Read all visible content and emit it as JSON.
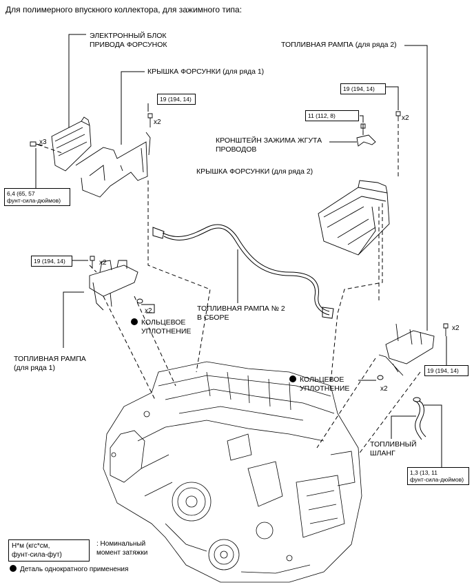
{
  "title": "Для полимерного впускного коллектора, для зажимного типа:",
  "labels": {
    "ecu": [
      "ЭЛЕКТРОННЫЙ БЛОК",
      "ПРИВОДА ФОРСУНОК"
    ],
    "cover1": "КРЫШКА ФОРСУНКИ (для ряда 1)",
    "rail2": "ТОПЛИВНАЯ РАМПА (для ряда 2)",
    "bracket": [
      "КРОНШТЕЙН ЗАЖИМА ЖГУТА",
      "ПРОВОДОВ"
    ],
    "cover2": "КРЫШКА ФОРСУНКИ (для ряда 2)",
    "rail_no2": [
      "ТОПЛИВНАЯ РАМПА № 2",
      "В СБОРЕ"
    ],
    "oring_left": [
      "КОЛЬЦЕВОЕ",
      "УПЛОТНЕНИЕ"
    ],
    "oring_right": [
      "КОЛЬЦЕВОЕ",
      "УПЛОТНЕНИЕ"
    ],
    "rail1": [
      "ТОПЛИВНАЯ РАМПА",
      "(для ряда 1)"
    ],
    "hose": [
      "ТОПЛИВНЫЙ",
      "ШЛАНГ"
    ]
  },
  "torques": {
    "ecu_bolt": [
      "6,4 (65, 57",
      "фунт-сила-дюймов)"
    ],
    "cover1_bolt": "19 (194, 14)",
    "cover2_bolt": "19 (194, 14)",
    "bracket_bolt": "11 (112, 8)",
    "rail1_bolt": "19 (194, 14)",
    "rail2_bolt": "19 (194, 14)",
    "hose_clip": [
      "1,3 (13, 11",
      "фунт-сила-дюймов)"
    ]
  },
  "multipliers": {
    "ecu": "x3",
    "cover1": "x2",
    "cover2": "x2",
    "rail1_bolt": "x2",
    "rail1_oring": "x2",
    "rail2_bolt": "x2",
    "rail2_oring": "x2"
  },
  "legend": {
    "unit_box": [
      "Н*м (кгс*см,",
      "фунт-сила-фут)"
    ],
    "unit_desc": [
      ": Номинальный",
      "момент затяжки"
    ],
    "single_use": "Деталь однократного применения"
  }
}
